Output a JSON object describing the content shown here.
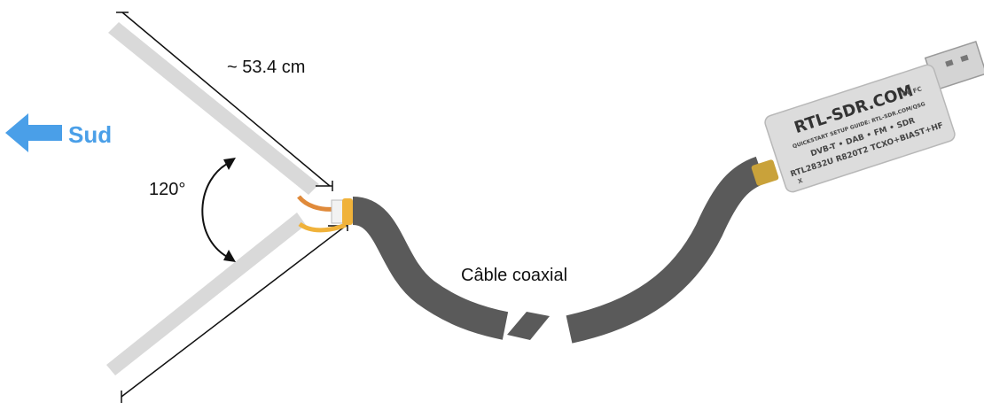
{
  "labels": {
    "length": "~ 53.4 cm",
    "angle": "120°",
    "direction": "Sud",
    "cable": "Câble coaxial"
  },
  "dongle": {
    "brand": "RTL-SDR.COM",
    "line1": "QUICKSTART SETUP GUIDE: RTL-SDR.COM/QSG",
    "line2": "DVB-T • DAB • FM • SDR",
    "line3": "RTL2832U R820T2 TCXO+BIAST+HF",
    "mark_left": "X",
    "mark_right": "C€ FC"
  },
  "colors": {
    "arrow": "#4a9fe8",
    "dipole_rod": "#d9d9d9",
    "cable": "#5a5a5a",
    "lead_top": "#e08a3a",
    "lead_bottom": "#f0b23a",
    "dongle_body": "#dcdcdc",
    "connector": "#c9a23a"
  }
}
